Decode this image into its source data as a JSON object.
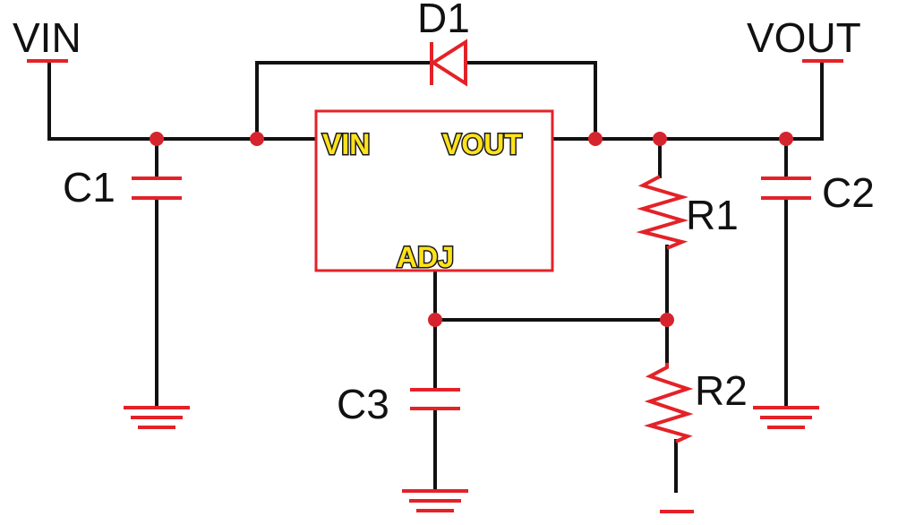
{
  "labels": {
    "vin": "VIN",
    "vout": "VOUT",
    "d1": "D1",
    "c1": "C1",
    "c2": "C2",
    "c3": "C3",
    "r1": "R1",
    "r2": "R2"
  },
  "ic_pins": {
    "vin": "VIN",
    "vout": "VOUT",
    "adj": "ADJ"
  },
  "colors": {
    "wire": "#111111",
    "component": "#e32228",
    "junction": "#d6242f",
    "pin_label": "#ffe21a"
  }
}
